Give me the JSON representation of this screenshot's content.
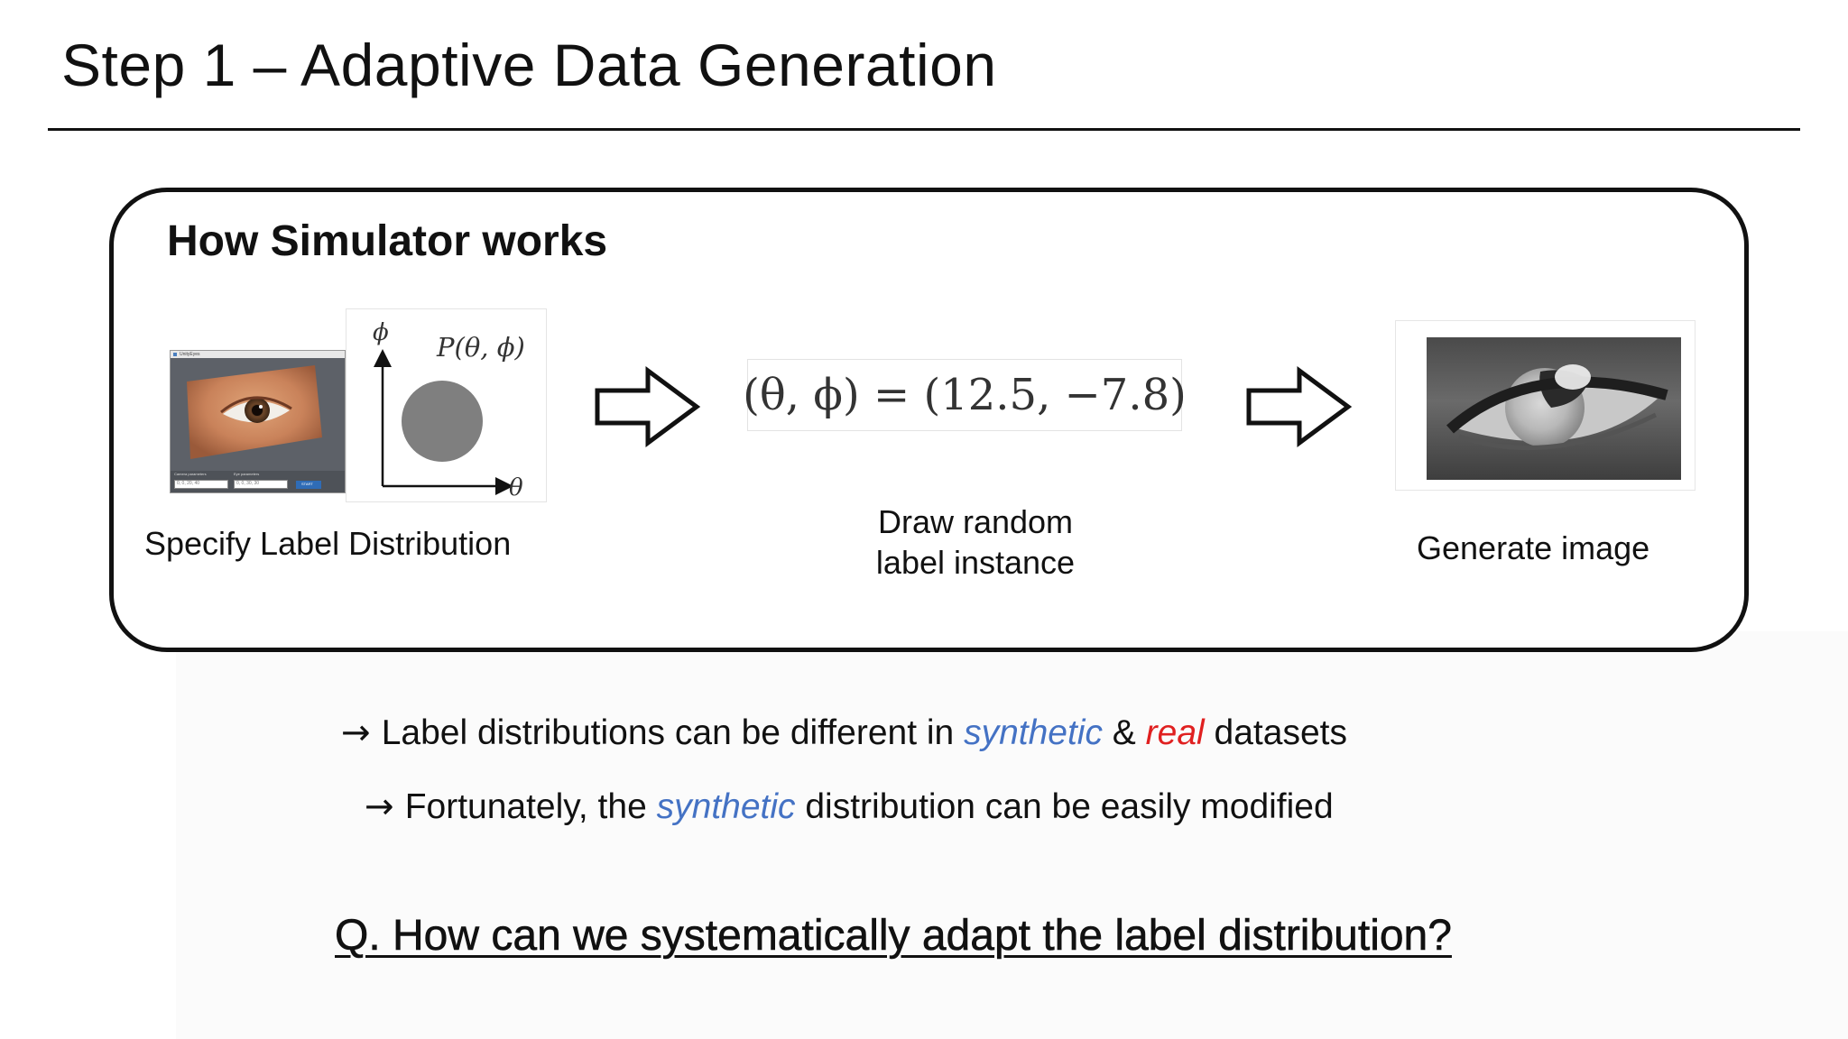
{
  "slide": {
    "title": "Step 1 – Adaptive Data Generation"
  },
  "simulator": {
    "heading": "How Simulator works",
    "app_window": {
      "title": "UnityEyes",
      "field_1_label": "Camera parameters",
      "field_1_value": "0, 0, 20, 40",
      "field_2_label": "Eye parameters",
      "field_2_value": "0, 0, 30, 30",
      "start_label": "START"
    },
    "plot": {
      "y_axis_label": "ϕ",
      "x_axis_label": "θ",
      "dist_label": "P(θ, ϕ)"
    },
    "formula": "(θ, ϕ) = (12.5, −7.8)",
    "captions": {
      "specify": "Specify Label Distribution",
      "draw_line1": "Draw random",
      "draw_line2": "label instance",
      "generate": "Generate image"
    },
    "icons": {
      "arrow_1": "right-arrow-icon",
      "arrow_2": "right-arrow-icon"
    }
  },
  "bullets": {
    "glyph": "→",
    "b1_pre": "Label distributions can be different in ",
    "b1_synthetic": "synthetic",
    "b1_amp": " & ",
    "b1_real": "real",
    "b1_post": " datasets",
    "b2_pre": "Fortunately, the ",
    "b2_synthetic": "synthetic",
    "b2_post": " distribution can be easily modified"
  },
  "question": "Q. How can we systematically adapt the label distribution?",
  "colors": {
    "synthetic": "#4472c4",
    "real": "#e02020",
    "distribution_fill": "#7f7f7f"
  }
}
